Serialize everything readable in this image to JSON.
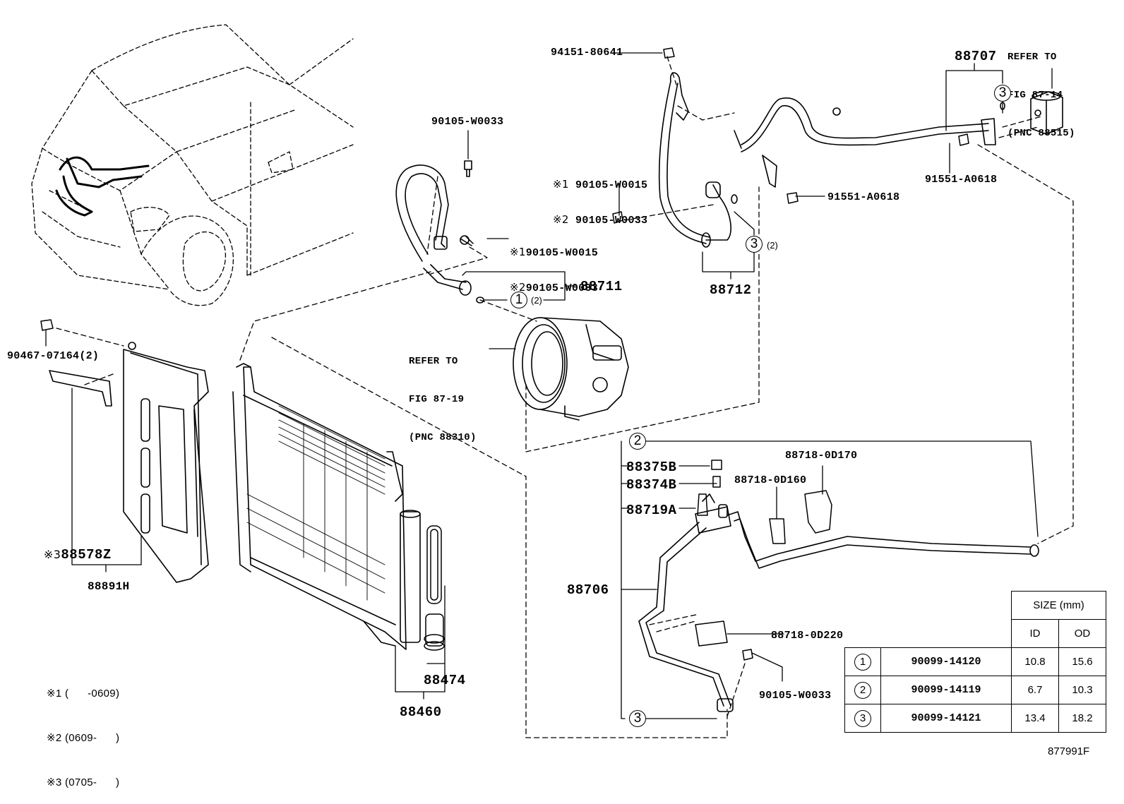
{
  "figure": {
    "id": "877991F",
    "title": "Air conditioner refrigerant piping parts diagram"
  },
  "labels": {
    "p94151": "94151-80641",
    "p88707": "88707",
    "ref_exp_valve": [
      "REFER TO",
      "FIG 87-14",
      "(PNC 88515)"
    ],
    "p90105_top": "90105-W0033",
    "p91551_a": "91551-A0618",
    "p91551_b": "91551-A0618",
    "bolt_upper": {
      "mark1": "※1",
      "pn1": "90105-W0015",
      "mark2": "※2",
      "pn2": "90105-W0033"
    },
    "bolt_mid": {
      "mark1": "※1",
      "pn1": "90105-W0015",
      "mark2": "※2",
      "pn2": "90105-W0033"
    },
    "p88711": "88711",
    "p88712": "88712",
    "ref_compressor": [
      "REFER TO",
      "FIG 87-19",
      "(PNC 88310)"
    ],
    "p90467": "90467-07164(2)",
    "p88578z_mark": "※3",
    "p88578z": "88578Z",
    "p88891h": "88891H",
    "p88375b": "88375B",
    "p88374b": "88374B",
    "p88719a": "88719A",
    "p88718_0d170": "88718-0D170",
    "p88718_0d160": "88718-0D160",
    "p88706": "88706",
    "p88718_0d220": "88718-0D220",
    "p90105_bottom": "90105-W0033",
    "p88474": "88474",
    "p88460": "88460",
    "oring_refs": {
      "o1": "1",
      "o1_qty": "(2)",
      "o2": "2",
      "o3_top": "3",
      "o3_mid": "3",
      "o3_mid_qty": "(2)",
      "o3_bottom": "3"
    }
  },
  "notes": [
    {
      "mark": "※1",
      "text": "(      -0609)"
    },
    {
      "mark": "※2",
      "text": "(0609-      )"
    },
    {
      "mark": "※3",
      "text": "(0705-      )"
    }
  ],
  "size_table": {
    "header": "SIZE (mm)",
    "col_id": "ID",
    "col_od": "OD",
    "rows": [
      {
        "ref": "1",
        "part_no": "90099-14120",
        "id": "10.8",
        "od": "15.6"
      },
      {
        "ref": "2",
        "part_no": "90099-14119",
        "id": "6.7",
        "od": "10.3"
      },
      {
        "ref": "3",
        "part_no": "90099-14121",
        "id": "13.4",
        "od": "18.2"
      }
    ]
  }
}
